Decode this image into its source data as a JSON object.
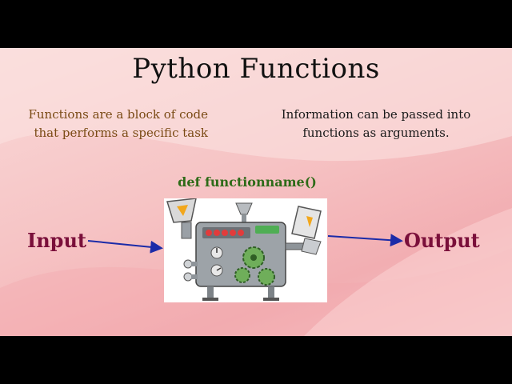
{
  "slide": {
    "title": "Python Functions",
    "description_left": "Functions are a block of code that performs a specific task",
    "description_right": "Information can be passed into functions as arguments.",
    "function_label": "def functionname()",
    "input_label": "Input",
    "output_label": "Output"
  },
  "colors": {
    "background": "#f6c3c4",
    "title": "#111111",
    "desc_left": "#7a4a14",
    "desc_right": "#1a1a1a",
    "function_label": "#2e6b18",
    "io_label": "#7a0f3a",
    "arrow": "#1b2ba8"
  },
  "icons": {
    "machine": "function-machine-illustration"
  }
}
